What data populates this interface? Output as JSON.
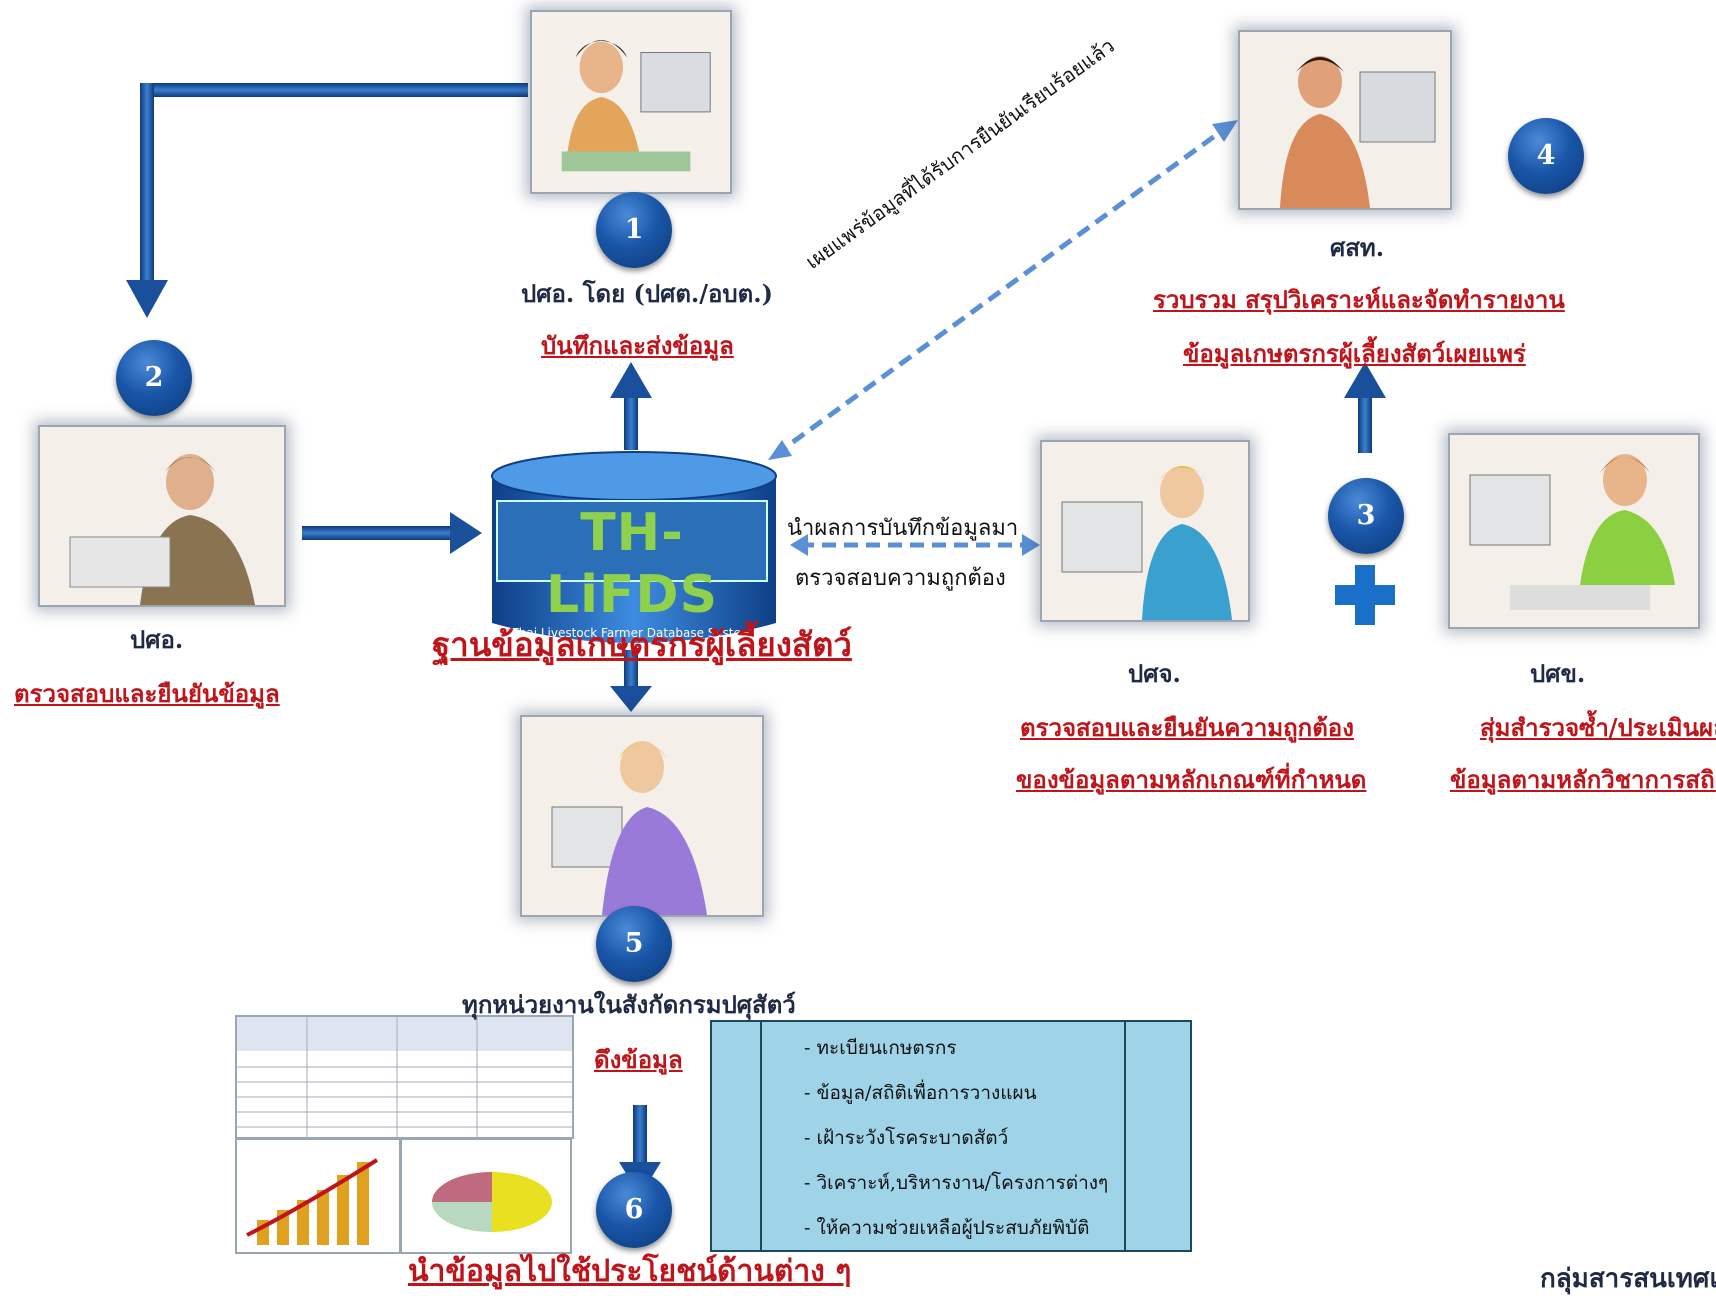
{
  "steps": [
    {
      "num": "1",
      "title": "ปศอ. โดย (ปศต./อบต.)",
      "action": "บันทึกและส่งข้อมูล"
    },
    {
      "num": "2",
      "title": "ปศอ.",
      "action": "ตรวจสอบและยืนยันข้อมูล"
    },
    {
      "num": "3",
      "title_a": "ปศจ.",
      "action_a1": "ตรวจสอบและยืนยันความถูกต้อง",
      "action_a2": "ของข้อมูลตามหลักเกณฑ์ที่กำหนด",
      "title_b": "ปศข.",
      "action_b1": "สุ่มสำรวจซ้ำ/ประเมินผล",
      "action_b2": "ข้อมูลตามหลักวิชาการสถิติ"
    },
    {
      "num": "4",
      "title": "ศสท.",
      "action1": "รวบรวม สรุปวิเคราะห์และจัดทำรายงาน",
      "action2": "ข้อมูลเกษตรกรผู้เลี้ยงสัตว์เผยแพร่"
    },
    {
      "num": "5",
      "title": "ทุกหน่วยงานในสังกัดกรมปศุสัตว์",
      "action": "ดึงข้อมูล"
    },
    {
      "num": "6",
      "action": "นำข้อมูลไปใช้ประโยชน์ด้านต่าง ๆ"
    }
  ],
  "database": {
    "logo": "TH-LiFDS",
    "logo_sub": "Thai Livestock Farmer Database System",
    "label": "ฐานข้อมูลเกษตรกรผู้เลี้ยงสัตว์"
  },
  "links": {
    "publish": "เผยแพร่ข้อมูลที่ได้รับการยืนยันเรียบร้อยแล้ว",
    "verify1": "นำผลการบันทึกข้อมูลมา",
    "verify2": "ตรวจสอบความถูกต้อง"
  },
  "uses": [
    "- ทะเบียนเกษตรกร",
    "- ข้อมูล/สถิติเพื่อการวางแผน",
    "- เฝ้าระวังโรคระบาดสัตว์",
    "- วิเคราะห์,บริหารงาน/โครงการต่างๆ",
    "- ให้ความช่วยเหลือผู้ประสบภัยพิบัติ"
  ],
  "footer": "กลุ่มสารสนเทศและ",
  "colors": {
    "arrow": "#1a4f9c",
    "dash": "#5b8fd6",
    "label_red": "#c0141b",
    "label_dark": "#1f2a44",
    "uses_bg": "#9fd3e8"
  }
}
